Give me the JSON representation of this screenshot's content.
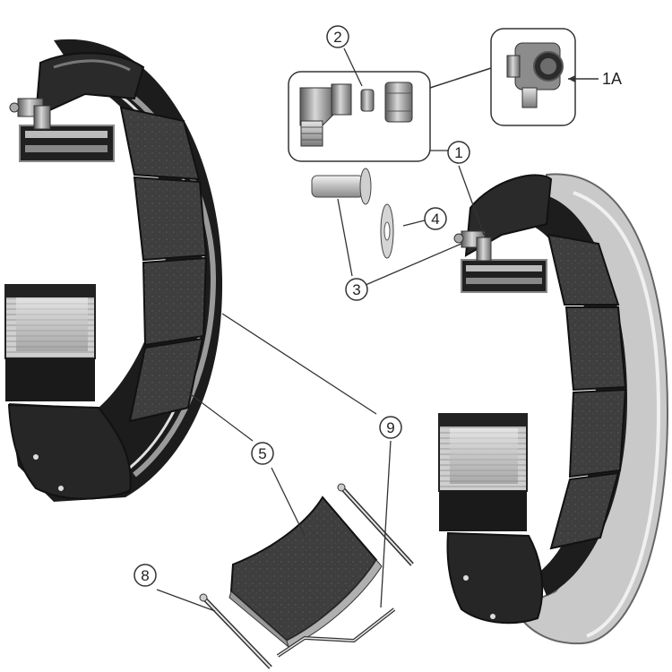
{
  "diagram": {
    "callouts": [
      {
        "id": "c1",
        "text": "1"
      },
      {
        "id": "c2",
        "text": "2"
      },
      {
        "id": "c3",
        "text": "3"
      },
      {
        "id": "c4",
        "text": "4"
      },
      {
        "id": "c5",
        "text": "5"
      },
      {
        "id": "c8",
        "text": "8"
      },
      {
        "id": "c9",
        "text": "9"
      }
    ],
    "label_1a": "1A"
  }
}
